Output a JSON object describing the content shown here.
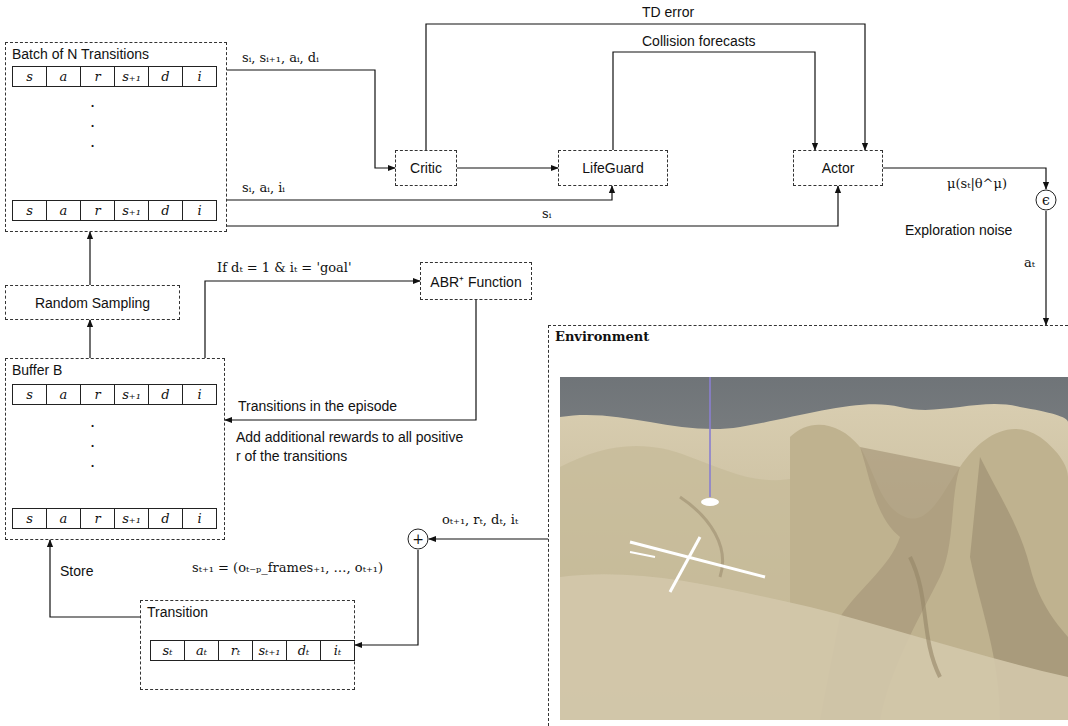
{
  "diagram": {
    "nodes": [
      {
        "text": [
          "Batch of N Transitions"
        ]
      },
      {
        "text": [
          "Critic"
        ]
      },
      {
        "text": [
          "LifeGuard"
        ]
      },
      {
        "text": [
          "Actor"
        ]
      },
      {
        "text": [
          "Random Sampling"
        ]
      },
      {
        "text": [
          "ABR⁺ Function"
        ]
      },
      {
        "text": [
          "Buffer B"
        ]
      },
      {
        "text": [
          "Transition"
        ]
      },
      {
        "text": [
          "Environment"
        ]
      },
      {
        "text": [
          "ϵ"
        ]
      },
      {
        "text": [
          "+"
        ]
      }
    ],
    "edges": [
      {
        "from": 0,
        "to": 1,
        "arrow": "to",
        "label": "sᵢ, sᵢ₊₁, aᵢ, dᵢ"
      },
      {
        "from": 0,
        "to": 2,
        "arrow": "to",
        "label": "sᵢ, aᵢ, iᵢ"
      },
      {
        "from": 0,
        "to": 3,
        "arrow": "to",
        "label": "sᵢ"
      },
      {
        "from": 1,
        "to": 2,
        "arrow": "to"
      },
      {
        "from": 1,
        "to": 3,
        "arrow": "to",
        "label": "TD error"
      },
      {
        "from": 2,
        "to": 3,
        "arrow": "to",
        "label": "Collision forecasts"
      },
      {
        "from": 3,
        "to": 9,
        "arrow": "to",
        "label": "μ(sₜ|θ^μ)"
      },
      {
        "from": 9,
        "to": 8,
        "arrow": "to",
        "label": "aₜ"
      },
      {
        "from": 8,
        "to": 10,
        "arrow": "to",
        "label": "oₜ₊₁, rₜ, dₜ, iₜ"
      },
      {
        "from": 10,
        "to": 7,
        "arrow": "to",
        "label": "sₜ₊₁ = (oₜ₋ₚ_frames₊₁, …, oₜ₊₁)"
      },
      {
        "from": 7,
        "to": 6,
        "arrow": "to",
        "label": "Store"
      },
      {
        "from": 6,
        "to": 4,
        "arrow": "to"
      },
      {
        "from": 4,
        "to": 0,
        "arrow": "to"
      },
      {
        "from": 6,
        "to": 5,
        "arrow": "to",
        "label": "If dₜ = 1 & iₜ = 'goal'"
      },
      {
        "from": 5,
        "to": 6,
        "arrow": "to",
        "label": "Transitions in the episode"
      }
    ],
    "labels": [
      "s",
      "a",
      "r",
      "s₊₁",
      "d",
      "i",
      ".",
      ".",
      ".",
      "s",
      "a",
      "r",
      "s₊₁",
      "d",
      "i",
      "s",
      "a",
      "r",
      "s₊₁",
      "d",
      "i",
      ".",
      ".",
      ".",
      "s",
      "a",
      "r",
      "s₊₁",
      "d",
      "i",
      "sₜ",
      "aₜ",
      "rₜ",
      "sₜ₊₁",
      "dₜ",
      "iₜ",
      "Exploration noise",
      "Add additional rewards to all positive r of the transitions"
    ]
  }
}
